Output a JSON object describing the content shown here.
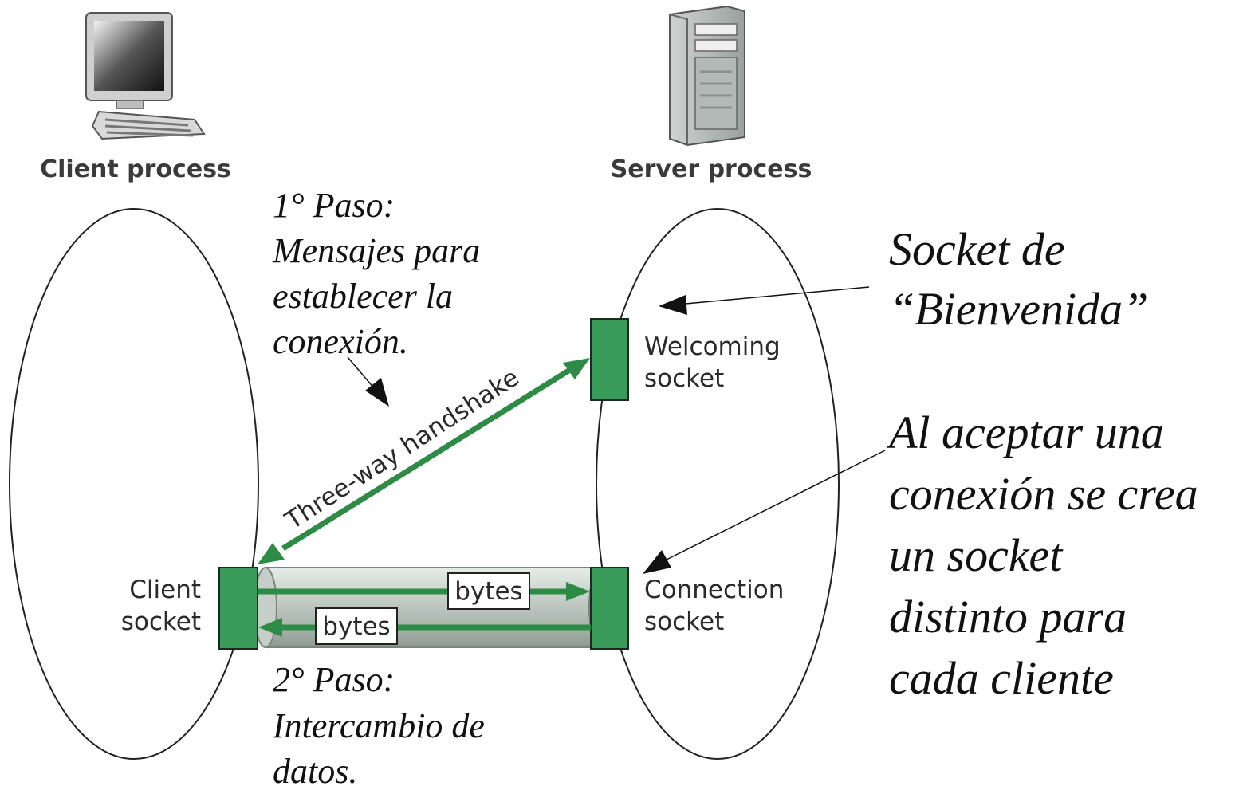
{
  "client": {
    "title": "Client process",
    "socket_lines": [
      "Client",
      "socket"
    ],
    "icon": "desktop-computer-icon"
  },
  "server": {
    "title": "Server process",
    "welcoming_lines": [
      "Welcoming",
      "socket"
    ],
    "connection_lines": [
      "Connection",
      "socket"
    ],
    "icon": "tower-server-icon"
  },
  "handshake_label": "Three-way handshake",
  "bytes_labels": [
    "bytes",
    "bytes"
  ],
  "step1_lines": [
    "1° Paso:",
    "Mensajes para",
    "establecer la",
    "conexión."
  ],
  "step2_lines": [
    "2° Paso:",
    "Intercambio de",
    "datos."
  ],
  "welcome_callout_lines": [
    "Socket de",
    "“Bienvenida”"
  ],
  "accept_callout_lines": [
    "Al aceptar una",
    "conexión se crea",
    "un socket",
    "distinto para",
    "cada cliente"
  ],
  "colors": {
    "socket_green": "#3a9a5a",
    "arrow_green": "#2e8b46",
    "pipe_gray": "#b9c3bd"
  }
}
